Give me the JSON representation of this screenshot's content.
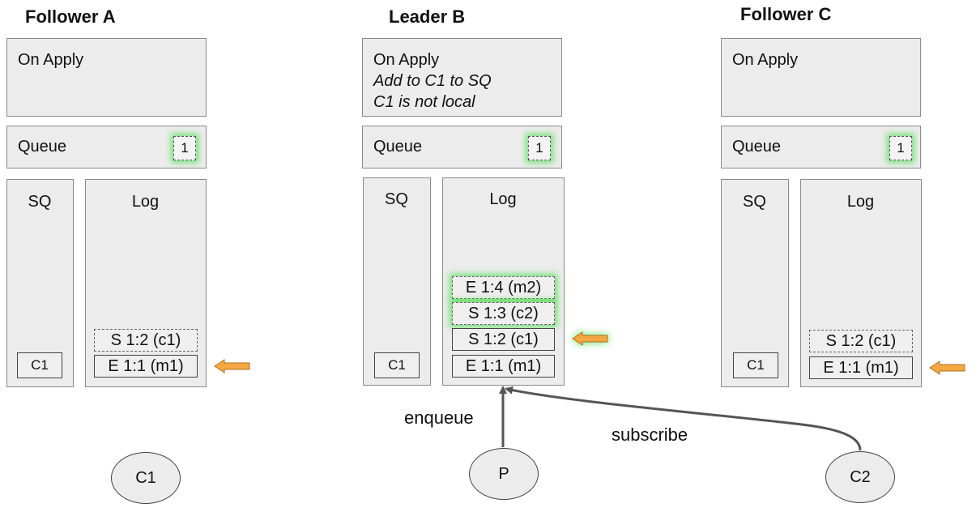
{
  "colors": {
    "glow": "#50dc50",
    "panel": "#ececec",
    "border": "#8a8a8a",
    "arrow_fill": "#f5a742",
    "edge": "#555555"
  },
  "follower_a": {
    "title": "Follower A",
    "apply_label": "On Apply",
    "queue_label": "Queue",
    "queue_item": "1",
    "sq_label": "SQ",
    "log_label": "Log",
    "sq_items": [
      "C1"
    ],
    "log_entries": [
      "S 1:2 (c1)",
      "E 1:1 (m1)"
    ]
  },
  "leader_b": {
    "title": "Leader B",
    "apply_label": "On Apply",
    "apply_lines": [
      "Add to C1 to SQ",
      "C1 is not local"
    ],
    "queue_label": "Queue",
    "queue_item": "1",
    "sq_label": "SQ",
    "log_label": "Log",
    "sq_items": [
      "C1"
    ],
    "log_entries": [
      "E 1:4 (m2)",
      "S 1:3 (c2)",
      "S 1:2 (c1)",
      "E 1:1 (m1)"
    ]
  },
  "follower_c": {
    "title": "Follower C",
    "apply_label": "On Apply",
    "queue_label": "Queue",
    "queue_item": "1",
    "sq_label": "SQ",
    "log_label": "Log",
    "sq_items": [
      "C1"
    ],
    "log_entries": [
      "S 1:2 (c1)",
      "E 1:1 (m1)"
    ]
  },
  "nodes": {
    "c1": "C1",
    "p": "P",
    "c2": "C2"
  },
  "edges": {
    "enqueue": "enqueue",
    "subscribe": "subscribe"
  },
  "icons": [
    "left-arrow-icon"
  ]
}
